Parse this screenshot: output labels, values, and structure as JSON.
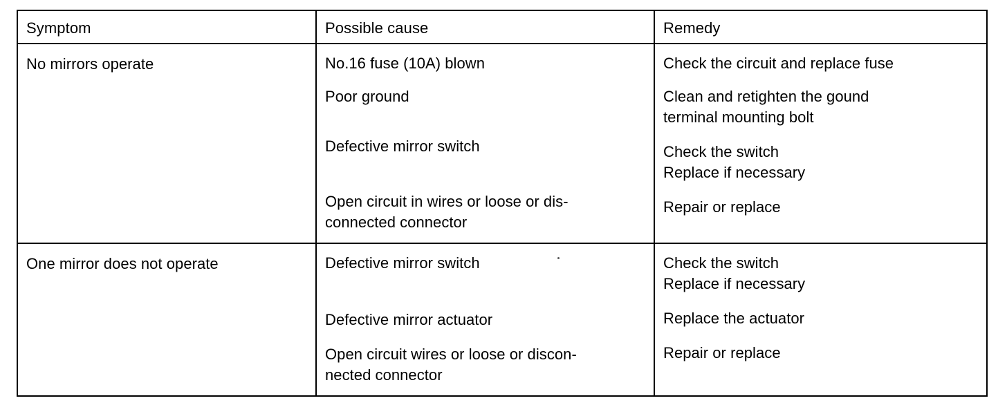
{
  "table": {
    "headers": {
      "symptom": "Symptom",
      "cause": "Possible cause",
      "remedy": "Remedy"
    },
    "rows": [
      {
        "symptom": "No mirrors operate",
        "causes": [
          {
            "line1": "No.16 fuse (10A) blown",
            "line2": ""
          },
          {
            "line1": "Poor ground",
            "line2": ""
          },
          {
            "line1": "Defective mirror switch",
            "line2": ""
          },
          {
            "line1": "Open circuit in wires or loose or dis-",
            "line2": "connected connector"
          }
        ],
        "remedies": [
          {
            "line1": "Check the circuit and replace fuse",
            "line2": ""
          },
          {
            "line1": "Clean and retighten the gound",
            "line2": "terminal mounting bolt"
          },
          {
            "line1": "Check the switch",
            "line2": "Replace if necessary"
          },
          {
            "line1": "Repair or replace",
            "line2": ""
          }
        ]
      },
      {
        "symptom": "One mirror does not operate",
        "causes": [
          {
            "line1": "Defective mirror switch",
            "line2": ""
          },
          {
            "line1": "Defective mirror actuator",
            "line2": ""
          },
          {
            "line1": "Open circuit wires or loose or discon-",
            "line2": "nected connector"
          }
        ],
        "remedies": [
          {
            "line1": "Check the switch",
            "line2": "Replace if necessary"
          },
          {
            "line1": "Replace the actuator",
            "line2": ""
          },
          {
            "line1": "Repair or replace",
            "line2": ""
          }
        ]
      }
    ]
  },
  "colors": {
    "ink": "#000000",
    "paper": "#ffffff"
  }
}
